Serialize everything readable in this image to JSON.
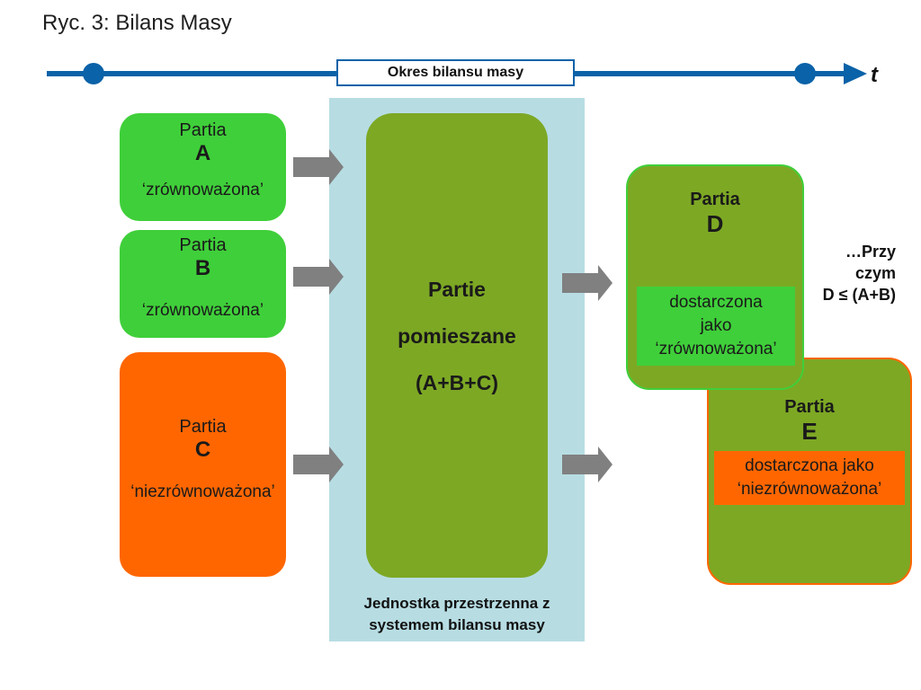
{
  "title": "Ryc. 3: Bilans Masy",
  "timeline": {
    "period_label": "Okres bilansu masy",
    "axis_label": "t",
    "color": "#0a62a8"
  },
  "inputs": [
    {
      "word": "Partia",
      "letter": "A",
      "status": "‘zrównoważona’",
      "color": "#3fcf3a"
    },
    {
      "word": "Partia",
      "letter": "B",
      "status": "‘zrównoważona’",
      "color": "#3fcf3a"
    },
    {
      "word": "Partia",
      "letter": "C",
      "status": "‘niezrównoważona’",
      "color": "#ff6600"
    }
  ],
  "mixed": {
    "line1": "Partie",
    "line2": "pomieszane",
    "line3": "(A+B+C)",
    "color": "#7da824"
  },
  "unit": {
    "line1": "Jednostka przestrzenna z",
    "line2": "systemem bilansu masy",
    "color": "#b7dde3"
  },
  "outputs": {
    "d": {
      "word": "Partia",
      "letter": "D",
      "note_line1": "dostarczona",
      "note_line2": "jako",
      "note_line3": "‘zrównoważona’"
    },
    "e": {
      "word": "Partia",
      "letter": "E",
      "note_line1": "dostarczona jako",
      "note_line2": "‘niezrównoważona’"
    }
  },
  "condition": {
    "line1": "…Przy",
    "line2": "czym",
    "line3": "D ≤ (A+B)"
  }
}
